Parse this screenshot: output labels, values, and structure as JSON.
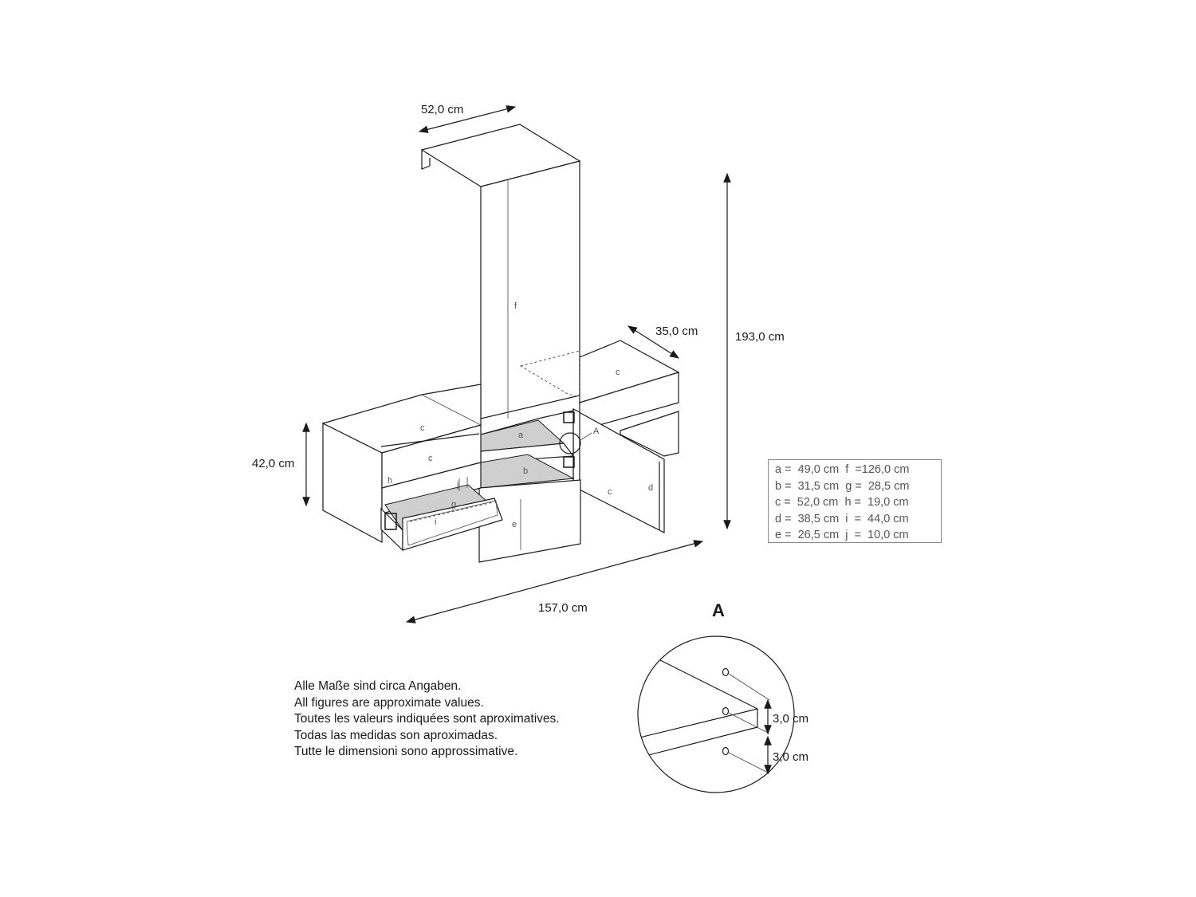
{
  "dimensions": {
    "width_top": "52,0 cm",
    "depth_side": "35,0 cm",
    "height_total": "193,0 cm",
    "height_low": "42,0 cm",
    "width_total": "157,0 cm",
    "detail_top": "3,0 cm",
    "detail_bottom": "3,0 cm"
  },
  "part_labels": {
    "a": "a",
    "b": "b",
    "c": "c",
    "d": "d",
    "e": "e",
    "f": "f",
    "g": "g",
    "h": "h",
    "i": "i",
    "j": "j"
  },
  "detail": {
    "marker": "A",
    "title": "A"
  },
  "legend": [
    "a =  49,0 cm  f  =126,0 cm",
    "b =  31,5 cm  g =  28,5 cm",
    "c =  52,0 cm  h =  19,0 cm",
    "d =  38,5 cm  i  =  44,0 cm",
    "e =  26,5 cm  j  =  10,0 cm"
  ],
  "notes": [
    "Alle Maße sind circa Angaben.",
    "All figures are approximate values.",
    "Toutes les valeurs indiquées sont aproximatives.",
    "Todas las medidas son aproximadas.",
    "Tutte le dimensioni sono approssimative."
  ]
}
